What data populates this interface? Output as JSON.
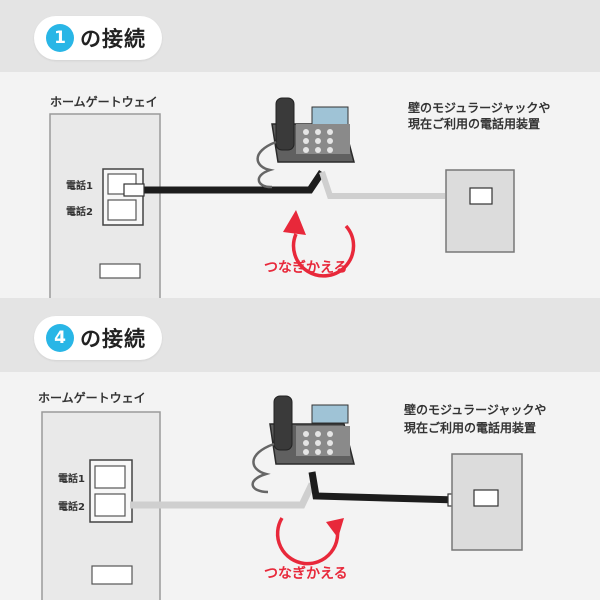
{
  "sections": [
    {
      "badge_number": "1",
      "badge_text": "の接続",
      "gateway_title": "ホームゲートウェイ",
      "port1": "電話1",
      "port2": "電話2",
      "jack_line1": "壁のモジュラージャックや",
      "jack_line2": "現在ご利用の電話用装置",
      "swap_label": "つなぎかえる"
    },
    {
      "badge_number": "4",
      "badge_text": "の接続",
      "gateway_title": "ホームゲートウェイ",
      "port1": "電話1",
      "port2": "電話2",
      "jack_line1": "壁のモジュラージャックや",
      "jack_line2": "現在ご利用の電話用装置",
      "swap_label": "つなぎかえる"
    }
  ],
  "colors": {
    "accent": "#29b6e6",
    "arrow": "#e8283a",
    "panel_bg": "#f3f3f3",
    "page_bg": "#e4e4e4"
  }
}
